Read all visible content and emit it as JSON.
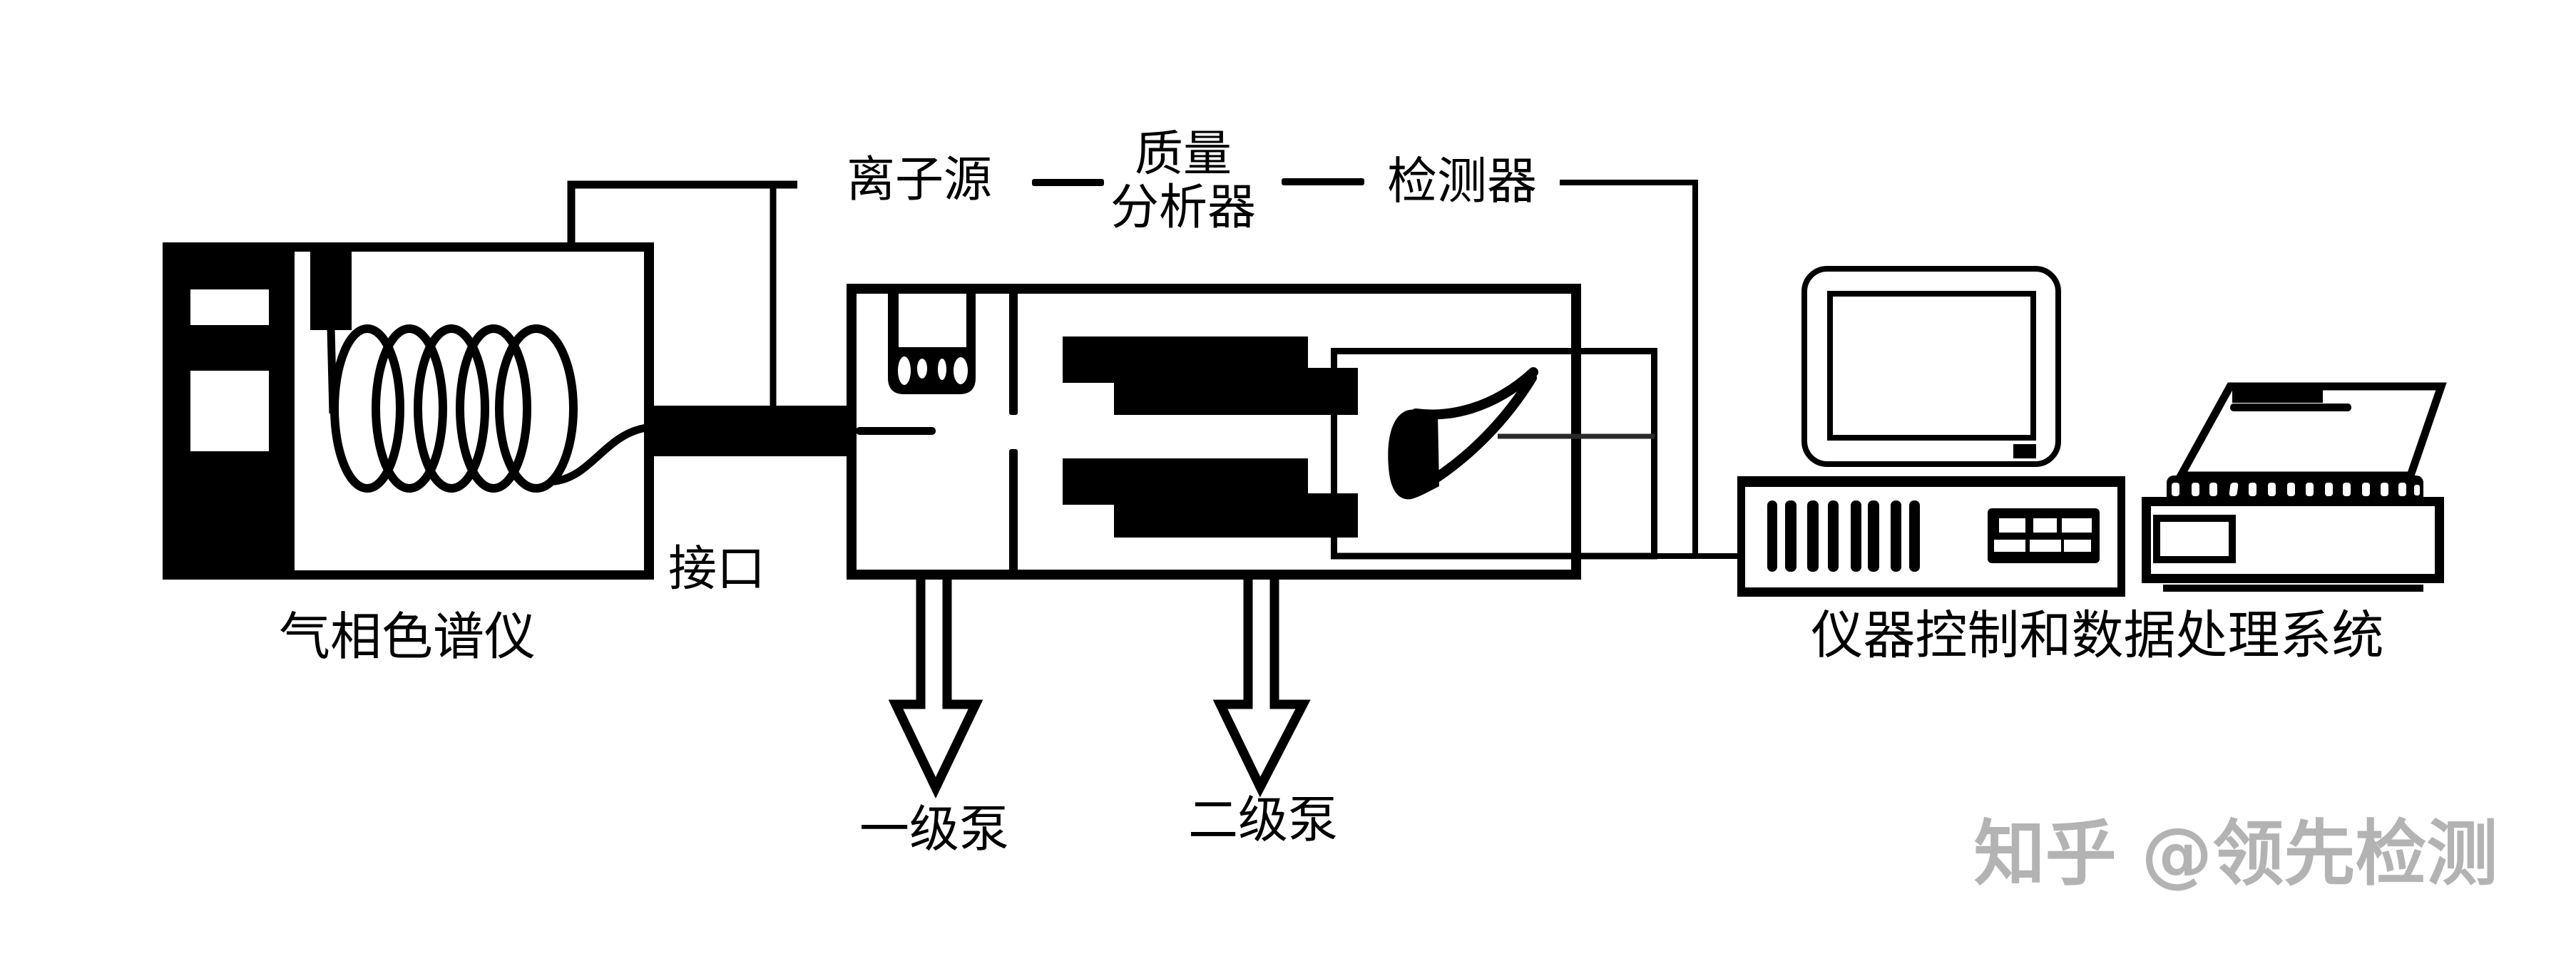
{
  "labels": {
    "gas_chromatograph": "气相色谱仪",
    "interface": "接口",
    "ion_source": "离子源",
    "mass_analyzer": [
      "质量",
      "分析器"
    ],
    "detector": "检测器",
    "primary_pump": "一级泵",
    "secondary_pump": "二级泵",
    "data_system": "仪器控制和数据处理系统"
  },
  "watermark": "知乎 @领先检测",
  "components": [
    {
      "id": "gas-chromatograph",
      "icon": "gc-oven-with-coiled-column"
    },
    {
      "id": "interface",
      "icon": "transfer-line"
    },
    {
      "id": "ion-source",
      "icon": "ionization-chamber"
    },
    {
      "id": "mass-analyzer",
      "icon": "quadrupole-rods"
    },
    {
      "id": "detector",
      "icon": "electron-multiplier-horn"
    },
    {
      "id": "primary-pump",
      "icon": "down-arrow"
    },
    {
      "id": "secondary-pump",
      "icon": "down-arrow"
    },
    {
      "id": "data-system",
      "icon": "computer-monitor-tower-printer"
    }
  ],
  "colors": {
    "ink": "#000000",
    "paper": "#ffffff",
    "watermark": "#b3b3b3",
    "signal": "#2a2a2a"
  }
}
